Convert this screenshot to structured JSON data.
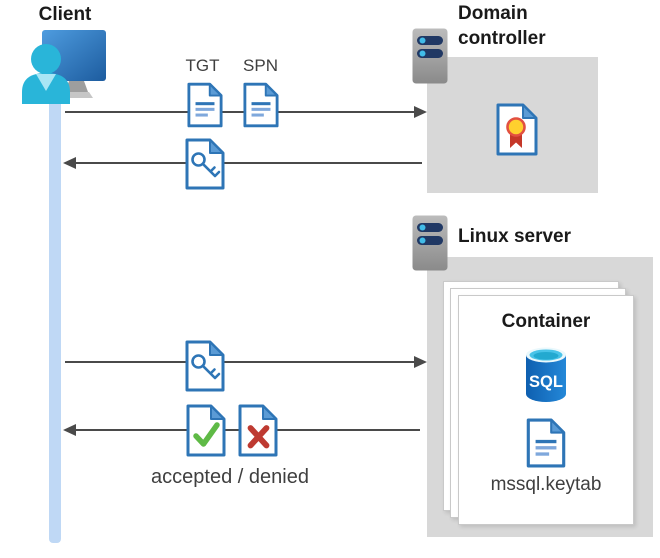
{
  "client": {
    "label": "Client"
  },
  "domain_controller": {
    "title": "Domain controller"
  },
  "linux_server": {
    "title": "Linux server",
    "container": {
      "title": "Container",
      "sql_badge": "SQL",
      "keytab_label": "mssql.keytab"
    }
  },
  "flow": {
    "tgt_label": "TGT",
    "spn_label": "SPN",
    "result_caption": "accepted / denied"
  },
  "icons": {
    "client": "user-at-monitor-icon",
    "server": "server-icon",
    "tgt": "document-icon",
    "spn": "document-icon",
    "service_ticket": "key-document-icon",
    "certificate": "certificate-document-icon",
    "accepted": "check-document-icon",
    "denied": "cross-document-icon",
    "database": "sql-database-icon",
    "keytab": "document-icon"
  },
  "colors": {
    "doc_blue": "#2E75B6",
    "fold_blue": "#5B9BD5",
    "doc_line_light": "#7FA8DC",
    "lane_blue": "#BFD8F5",
    "box_gray": "#D8D8D8",
    "arrow_gray": "#4A4A4A",
    "check_green": "#5FBA46",
    "cross_red": "#BE3A31",
    "bar_navy": "#203864",
    "dot_blue": "#41BCE8",
    "person_cyan": "#29B5D9",
    "medal_gold": "#FFD02E",
    "ribbon_red": "#C53728",
    "title_text": "#1a1a1a",
    "label_text": "#3f3f3f"
  }
}
